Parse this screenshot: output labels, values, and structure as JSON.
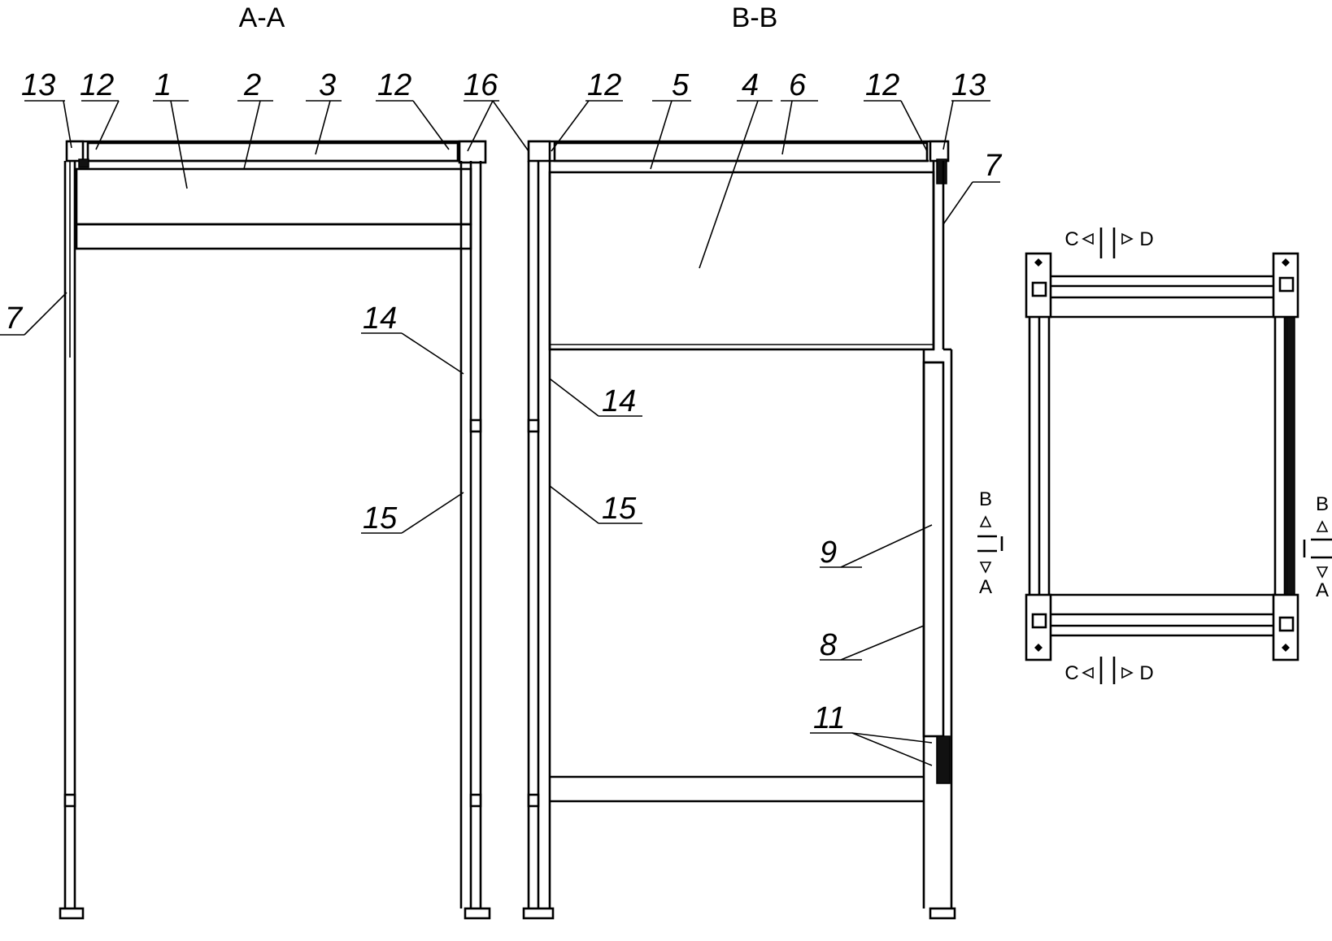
{
  "views": {
    "aa": {
      "title": "A-A"
    },
    "bb": {
      "title": "B-B"
    }
  },
  "labels": {
    "aa_13": "13",
    "aa_12_left": "12",
    "aa_1": "1",
    "aa_2": "2",
    "aa_3": "3",
    "aa_12_right": "12",
    "aa_16": "16",
    "aa_7": "7",
    "aa_14": "14",
    "aa_15": "15",
    "bb_12_left": "12",
    "bb_5": "5",
    "bb_4": "4",
    "bb_6": "6",
    "bb_12_right": "12",
    "bb_13": "13",
    "bb_7": "7",
    "bb_14": "14",
    "bb_15": "15",
    "bb_9": "9",
    "bb_8": "8",
    "bb_11": "11"
  },
  "section_marks": {
    "bb_right": {
      "top": "B",
      "bottom": "A"
    },
    "plan_right": {
      "top": "B",
      "bottom": "A"
    },
    "plan_top": {
      "left": "C",
      "right": "D"
    },
    "plan_bottom": {
      "left": "C",
      "right": "D"
    }
  }
}
